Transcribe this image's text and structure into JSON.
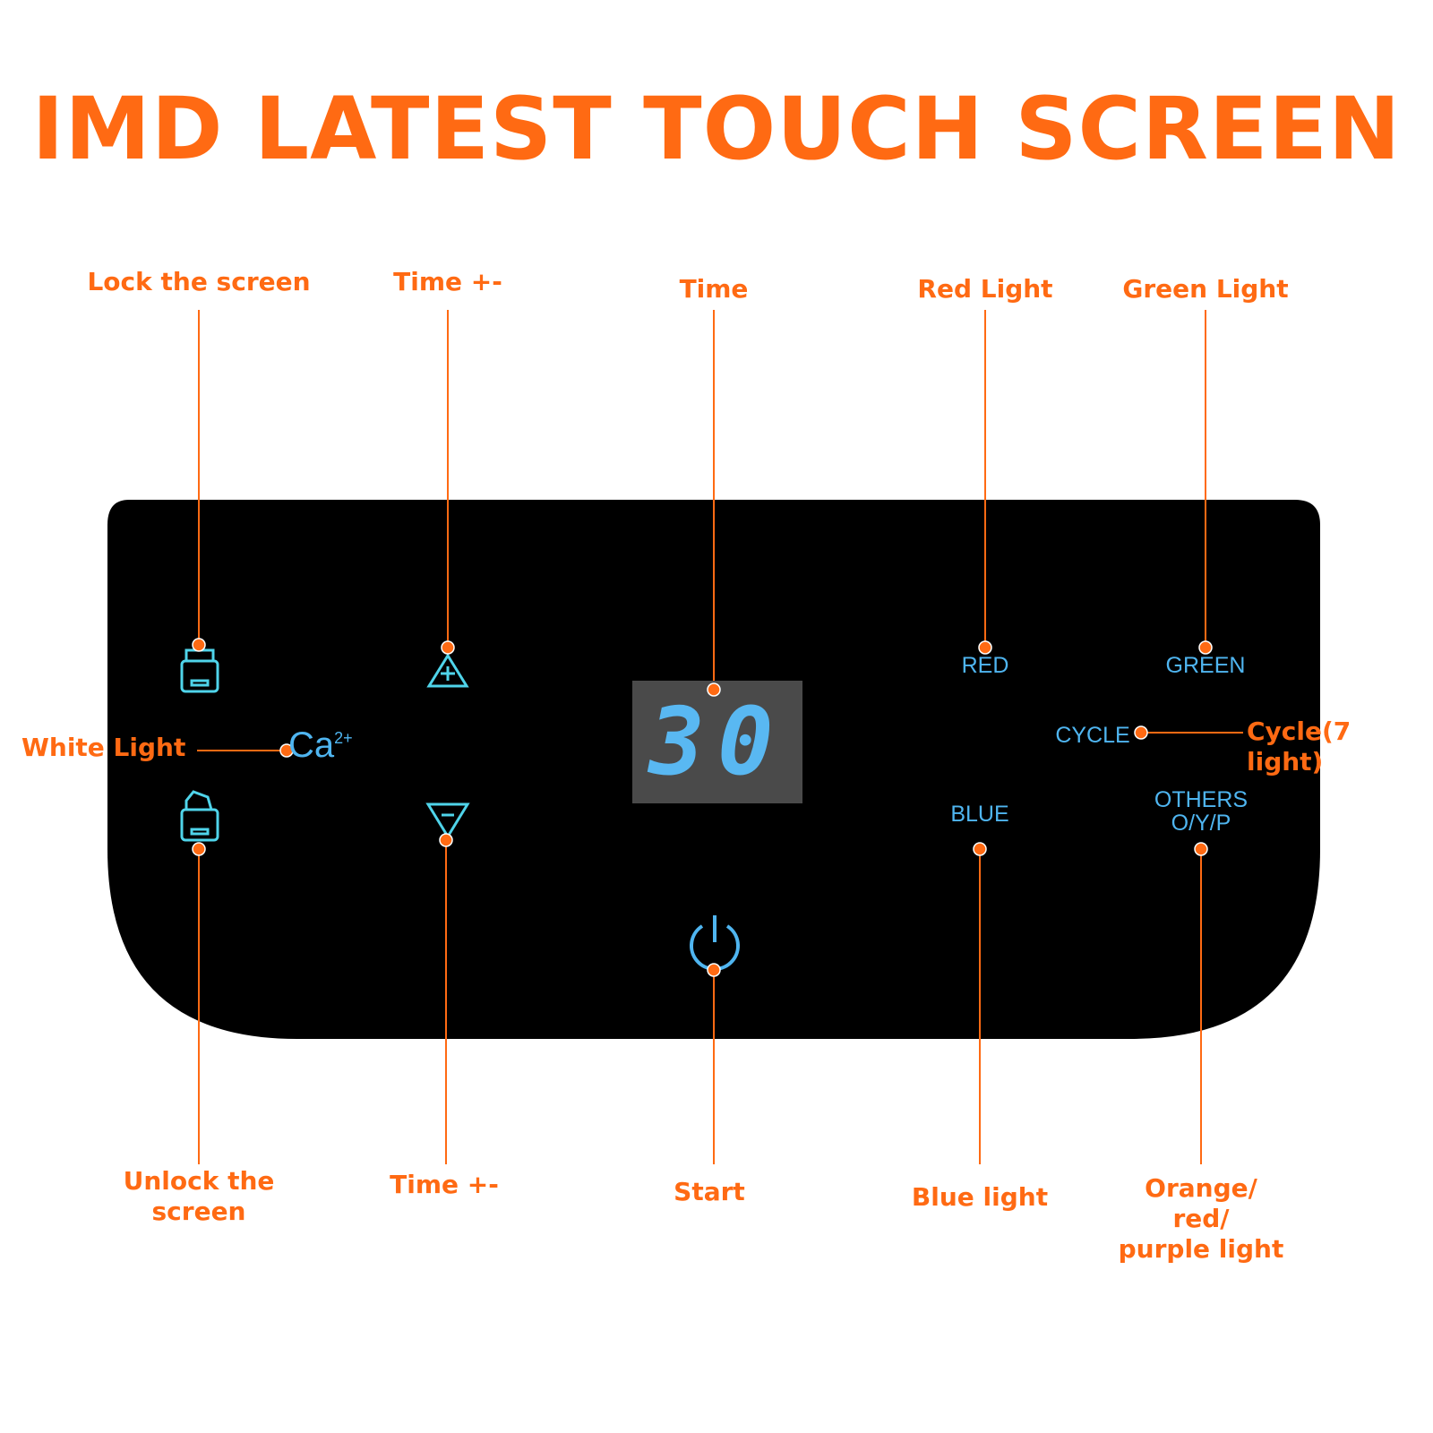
{
  "title": "IMD LATEST TOUCH SCREEN",
  "colors": {
    "accent": "#ff6a13",
    "panel": "#000000",
    "panel_text": "#4fb5f0",
    "display_bg": "#4a4a4a"
  },
  "callouts": {
    "lock": "Lock the screen",
    "time_plus_top": "Time +-",
    "time": "Time",
    "red_light": "Red Light",
    "green_light": "Green Light",
    "white_light": "White Light",
    "cycle": "Cycle(7 light)",
    "unlock": "Unlock the\nscreen",
    "time_plus_bottom": "Time +-",
    "start": "Start",
    "blue_light": "Blue light",
    "orange": "Orange/\nred/\npurple light"
  },
  "panel": {
    "display_value": "30",
    "red": "RED",
    "green": "GREEN",
    "cycle": "CYCLE",
    "blue": "BLUE",
    "others": "OTHERS\nO/Y/P",
    "calcium_base": "Ca",
    "calcium_charge": "2+"
  },
  "icons": [
    "lock-icon",
    "unlock-icon",
    "time-up-icon",
    "time-down-icon",
    "power-icon"
  ]
}
